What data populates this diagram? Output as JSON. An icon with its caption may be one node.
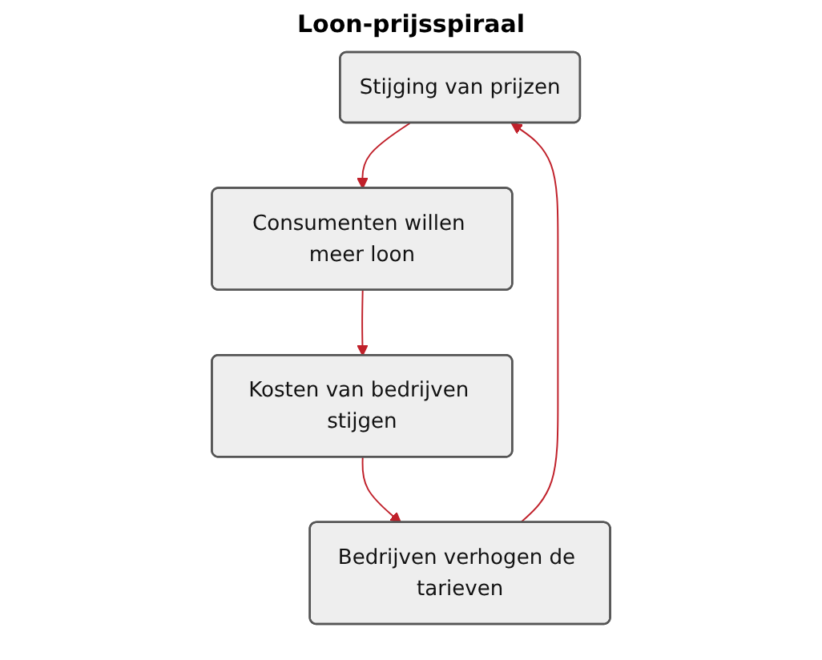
{
  "diagram": {
    "title": "Loon-prijsspiraal",
    "nodes": [
      {
        "text": [
          "Stijging van prijzen"
        ]
      },
      {
        "text": [
          "Consumenten willen meer loon"
        ]
      },
      {
        "text": [
          "Kosten van bedrijven stijgen"
        ]
      },
      {
        "text": [
          "Bedrijven verhogen de tarieven"
        ]
      }
    ],
    "edges": [
      {
        "from": 0,
        "to": 1,
        "arrow": "to"
      },
      {
        "from": 1,
        "to": 2,
        "arrow": "to"
      },
      {
        "from": 2,
        "to": 3,
        "arrow": "to"
      },
      {
        "from": 3,
        "to": 0,
        "arrow": "to"
      }
    ]
  }
}
